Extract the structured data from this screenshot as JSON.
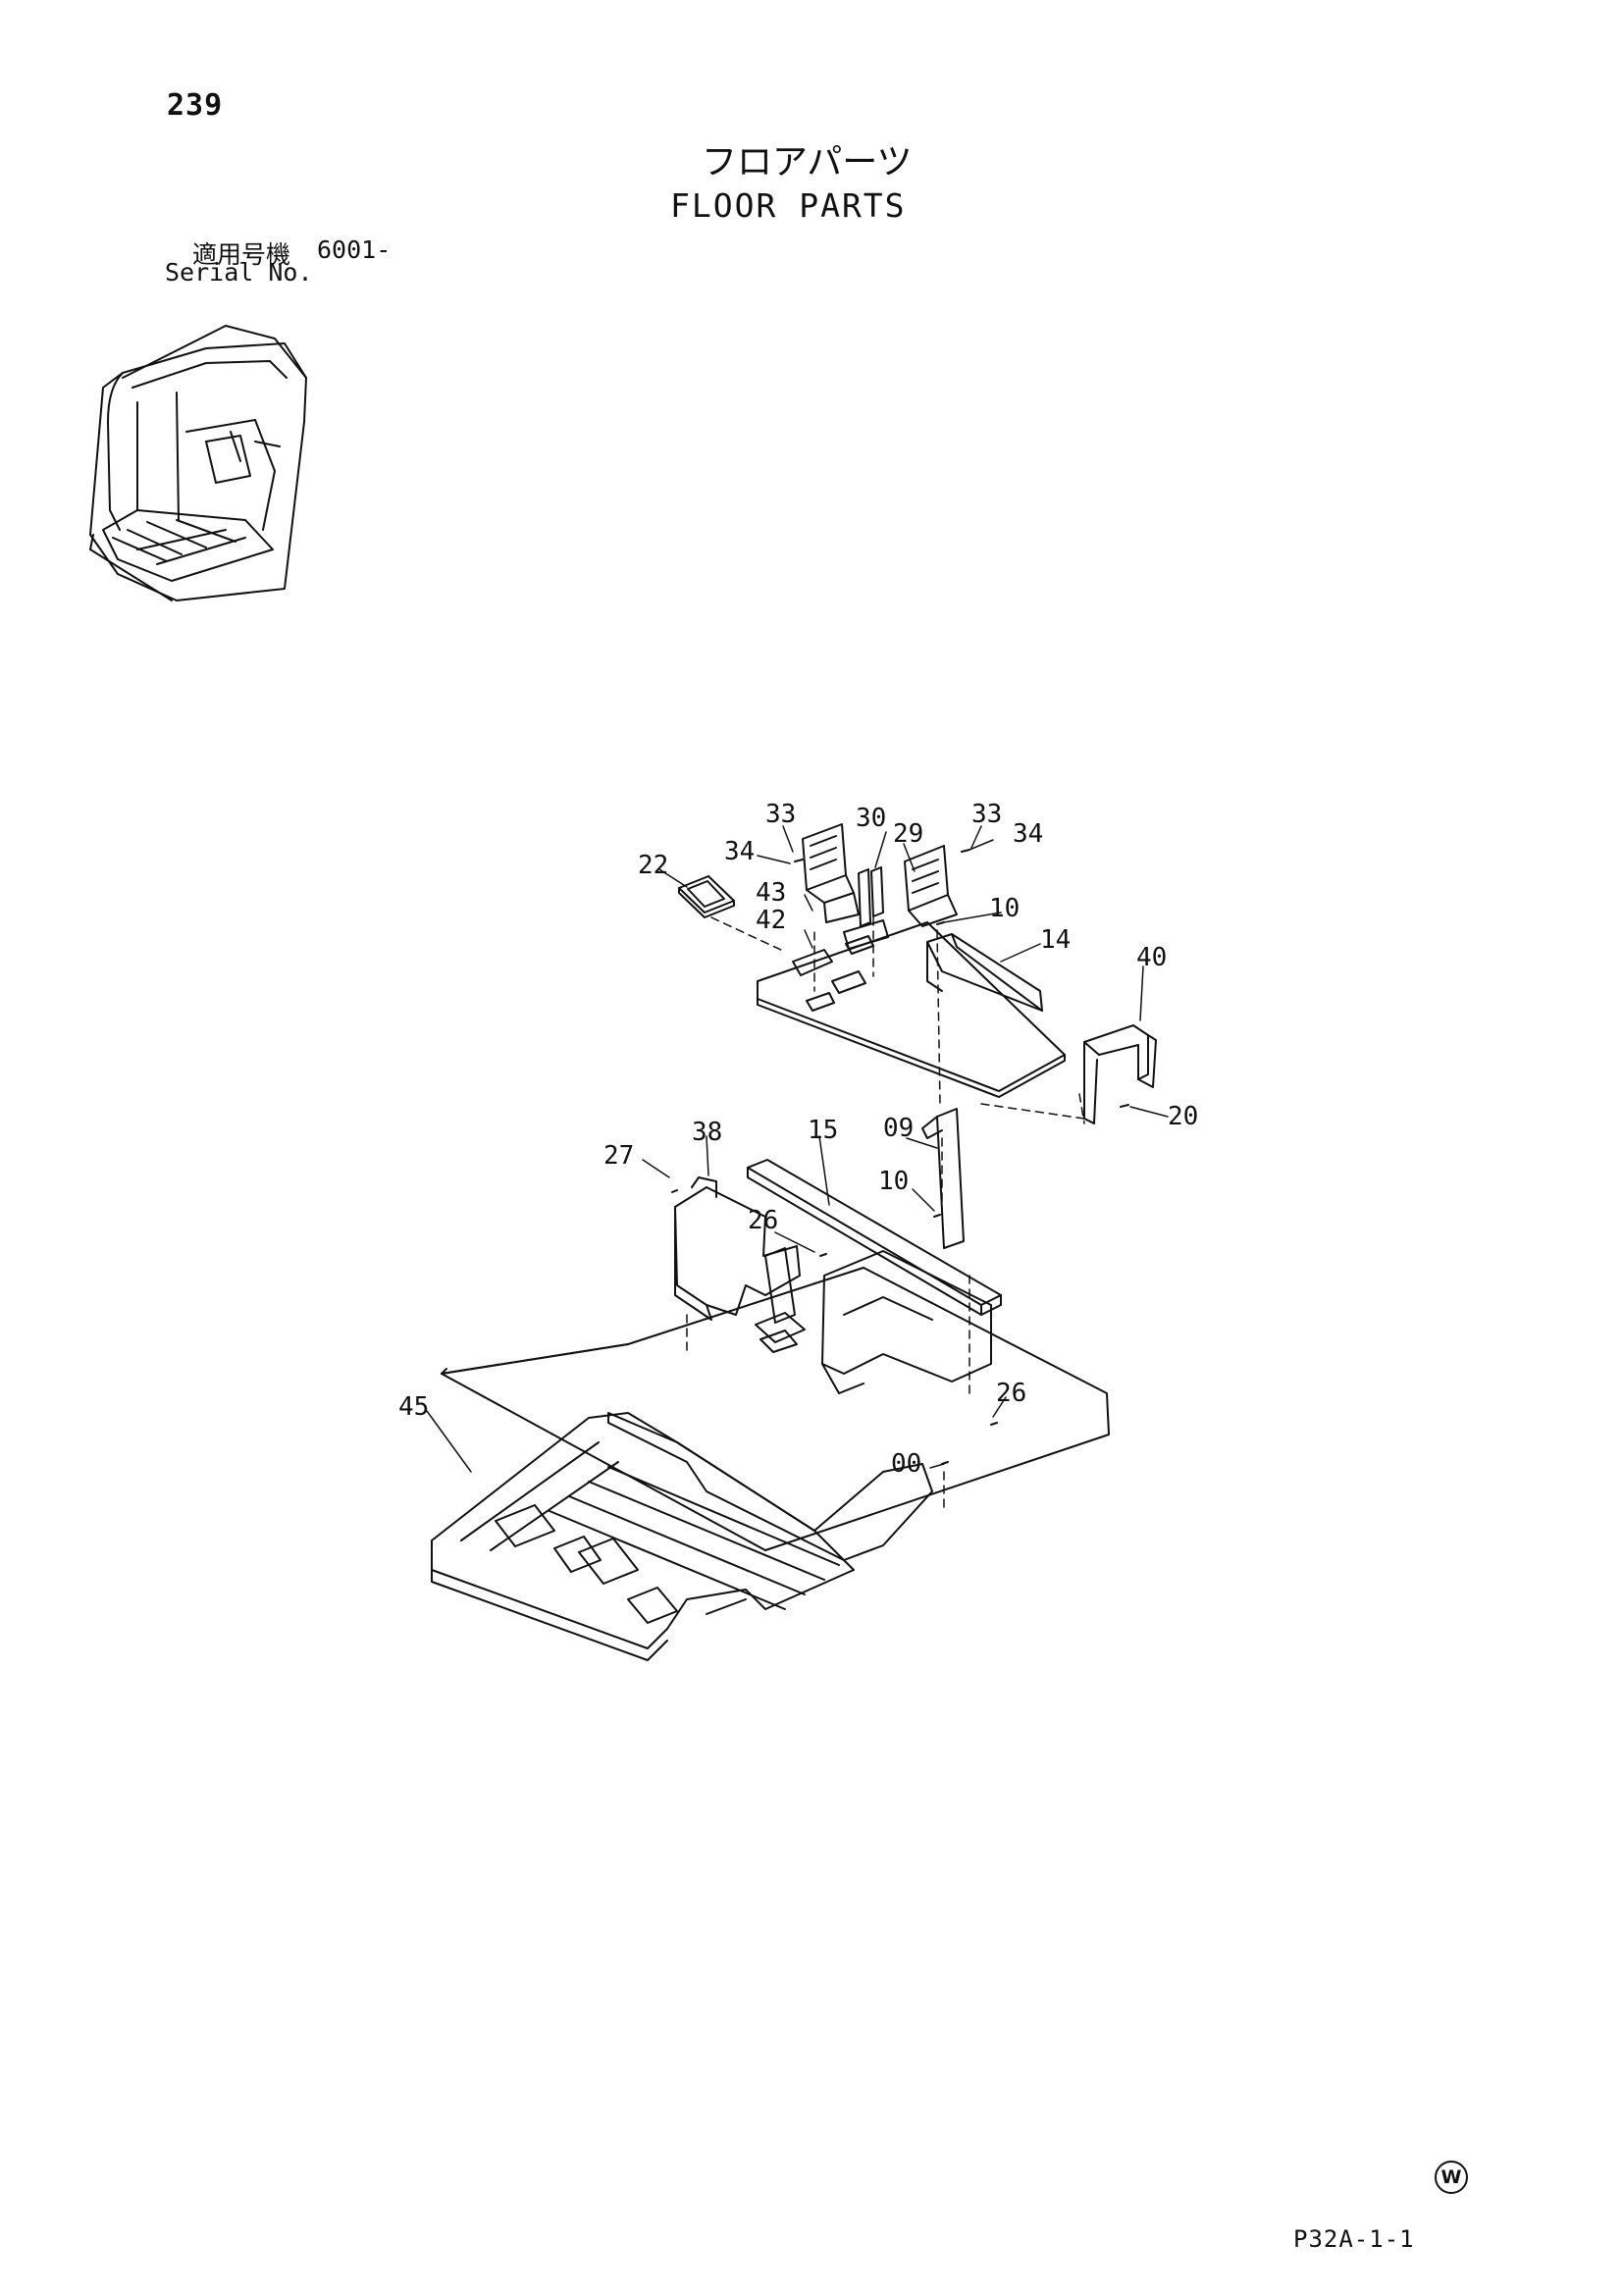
{
  "header": {
    "page_number": "239",
    "title_jp": "フロアパーツ",
    "title_en": "FLOOR PARTS",
    "serial_label_jp": "適用号機",
    "serial_value": "6001-",
    "serial_label_en": "Serial No."
  },
  "callouts": [
    {
      "id": "c33a",
      "label": "33"
    },
    {
      "id": "c30",
      "label": "30"
    },
    {
      "id": "c29",
      "label": "29"
    },
    {
      "id": "c33b",
      "label": "33"
    },
    {
      "id": "c34a",
      "label": "34"
    },
    {
      "id": "c34b",
      "label": "34"
    },
    {
      "id": "c22",
      "label": "22"
    },
    {
      "id": "c43",
      "label": "43"
    },
    {
      "id": "c10a",
      "label": "10"
    },
    {
      "id": "c42",
      "label": "42"
    },
    {
      "id": "c14",
      "label": "14"
    },
    {
      "id": "c40",
      "label": "40"
    },
    {
      "id": "c20",
      "label": "20"
    },
    {
      "id": "c38",
      "label": "38"
    },
    {
      "id": "c15",
      "label": "15"
    },
    {
      "id": "c09",
      "label": "09"
    },
    {
      "id": "c27",
      "label": "27"
    },
    {
      "id": "c10b",
      "label": "10"
    },
    {
      "id": "c26a",
      "label": "26"
    },
    {
      "id": "c45",
      "label": "45"
    },
    {
      "id": "c26b",
      "label": "26"
    },
    {
      "id": "c00",
      "label": "00"
    }
  ],
  "footer": {
    "mark": "W",
    "page_code": "P32A-1-1"
  }
}
